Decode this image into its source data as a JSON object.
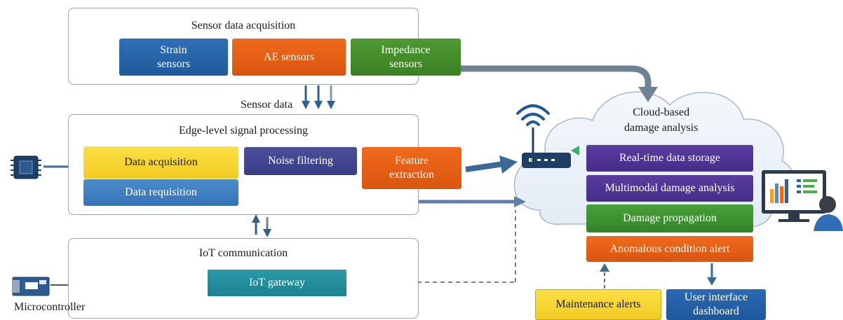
{
  "sensor_panel": {
    "title": "Sensor data acquisition",
    "boxes": [
      "Strain\nsensors",
      "AE sensors",
      "Impedance\nsensors"
    ]
  },
  "sensor_data_label": "Sensor data",
  "edge_panel": {
    "title": "Edge-level signal processing",
    "data_acquisition": "Data acquisition",
    "data_requisition": "Data requisition",
    "noise_filtering": "Noise filtering",
    "feature_extraction": "Feature\nextraction"
  },
  "iot_panel": {
    "title": "IoT communication",
    "gateway": "IoT gateway"
  },
  "microcontroller_label": "Microcontroller",
  "cloud": {
    "title": "Cloud-based\ndamage analysis",
    "items": [
      "Real-time data storage",
      "Multimodal damage analysis",
      "Damage propagation",
      "Anomalous condition alert"
    ]
  },
  "maintenance_alerts": "Maintenance alerts",
  "user_interface": "User interface\ndashboard",
  "icons": [
    "structure-icon",
    "chip-icon",
    "wifi-router-icon",
    "microcontroller-board-icon",
    "computer-user-icon"
  ],
  "colors": {
    "blue": "#2b6ab4",
    "orange": "#e85f16",
    "green": "#45902d",
    "yellow": "#f6d232",
    "purple": "#50359a",
    "teal": "#2491a0",
    "arrow": "#2f5f8f"
  }
}
